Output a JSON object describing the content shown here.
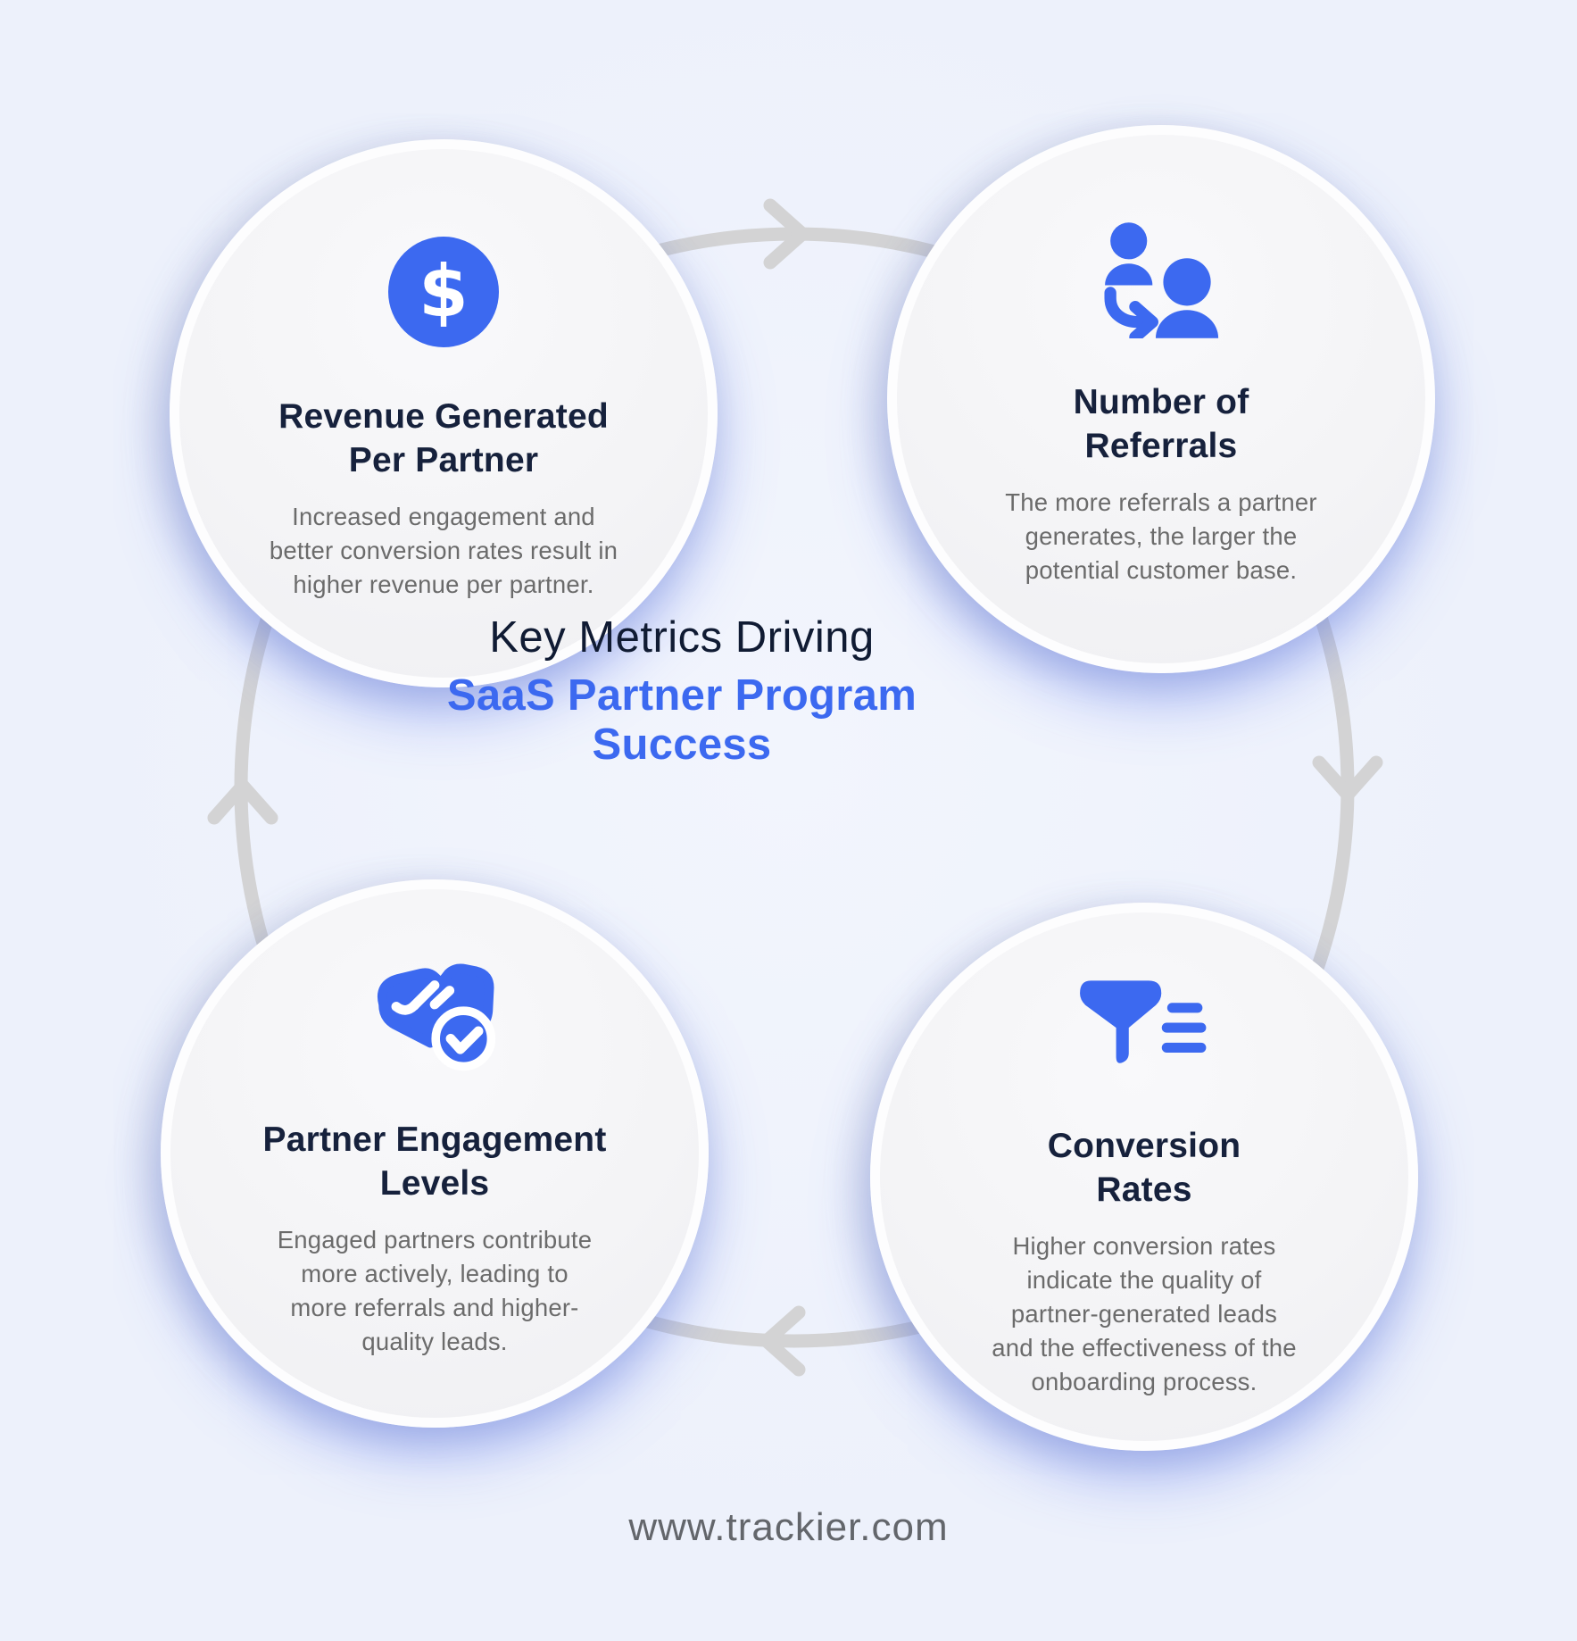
{
  "page": {
    "background": "#edf1fb",
    "footer_url": "www.trackier.com"
  },
  "palette": {
    "accent_blue": "#3c69f0",
    "heading_navy": "#16213c",
    "body_gray": "#6b6b6b",
    "ring_gray": "#d3d3d4"
  },
  "title": {
    "line1": "Key Metrics Driving",
    "line2": "SaaS Partner Program\nSuccess"
  },
  "cycle": {
    "direction": "clockwise",
    "arrow_count": 4
  },
  "dollar_symbol": "$",
  "metrics": [
    {
      "id": "revenue",
      "icon": "dollar-circle-icon",
      "heading": "Revenue Generated\nPer Partner",
      "body": "Increased engagement and\nbetter conversion rates result in\nhigher revenue per partner."
    },
    {
      "id": "referrals",
      "icon": "referral-people-icon",
      "heading": "Number of\nReferrals",
      "body": "The more referrals a partner\ngenerates, the larger the\npotential customer base."
    },
    {
      "id": "engagement",
      "icon": "handshake-check-icon",
      "heading": "Partner Engagement\nLevels",
      "body": "Engaged partners contribute\nmore actively, leading to\nmore referrals and higher-\nquality leads."
    },
    {
      "id": "conversion",
      "icon": "funnel-icon",
      "heading": "Conversion\nRates",
      "body": "Higher conversion rates\nindicate the quality of\npartner-generated leads\nand the effectiveness of the\nonboarding process."
    }
  ]
}
